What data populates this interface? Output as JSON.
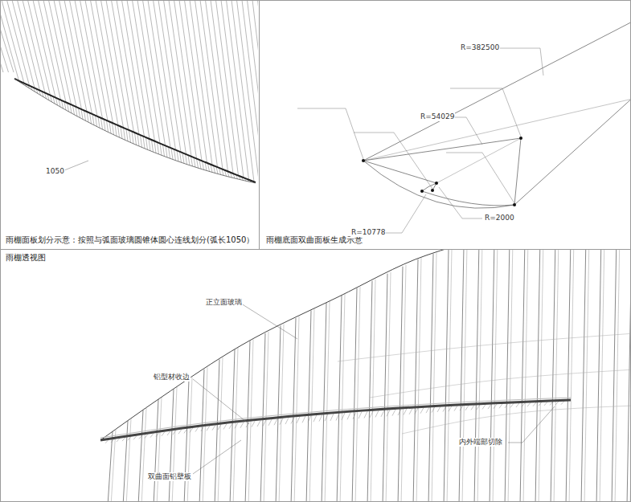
{
  "diagram": {
    "nodes": [
      {
        "text": [
          "雨棚面板划分示意：按照与弧面玻璃圆锥体圆心连线划分(弧长1050）"
        ]
      },
      {
        "text": [
          "雨棚底面双曲面板生成示意"
        ]
      },
      {
        "text": [
          "雨棚透视图"
        ]
      }
    ],
    "labels": [
      "1050",
      "R=382500",
      "R=54029",
      "R=2000",
      "R=10778",
      "正立面玻璃",
      "铝型材收边",
      "双曲面铝壁板",
      "内外端部切除"
    ]
  }
}
